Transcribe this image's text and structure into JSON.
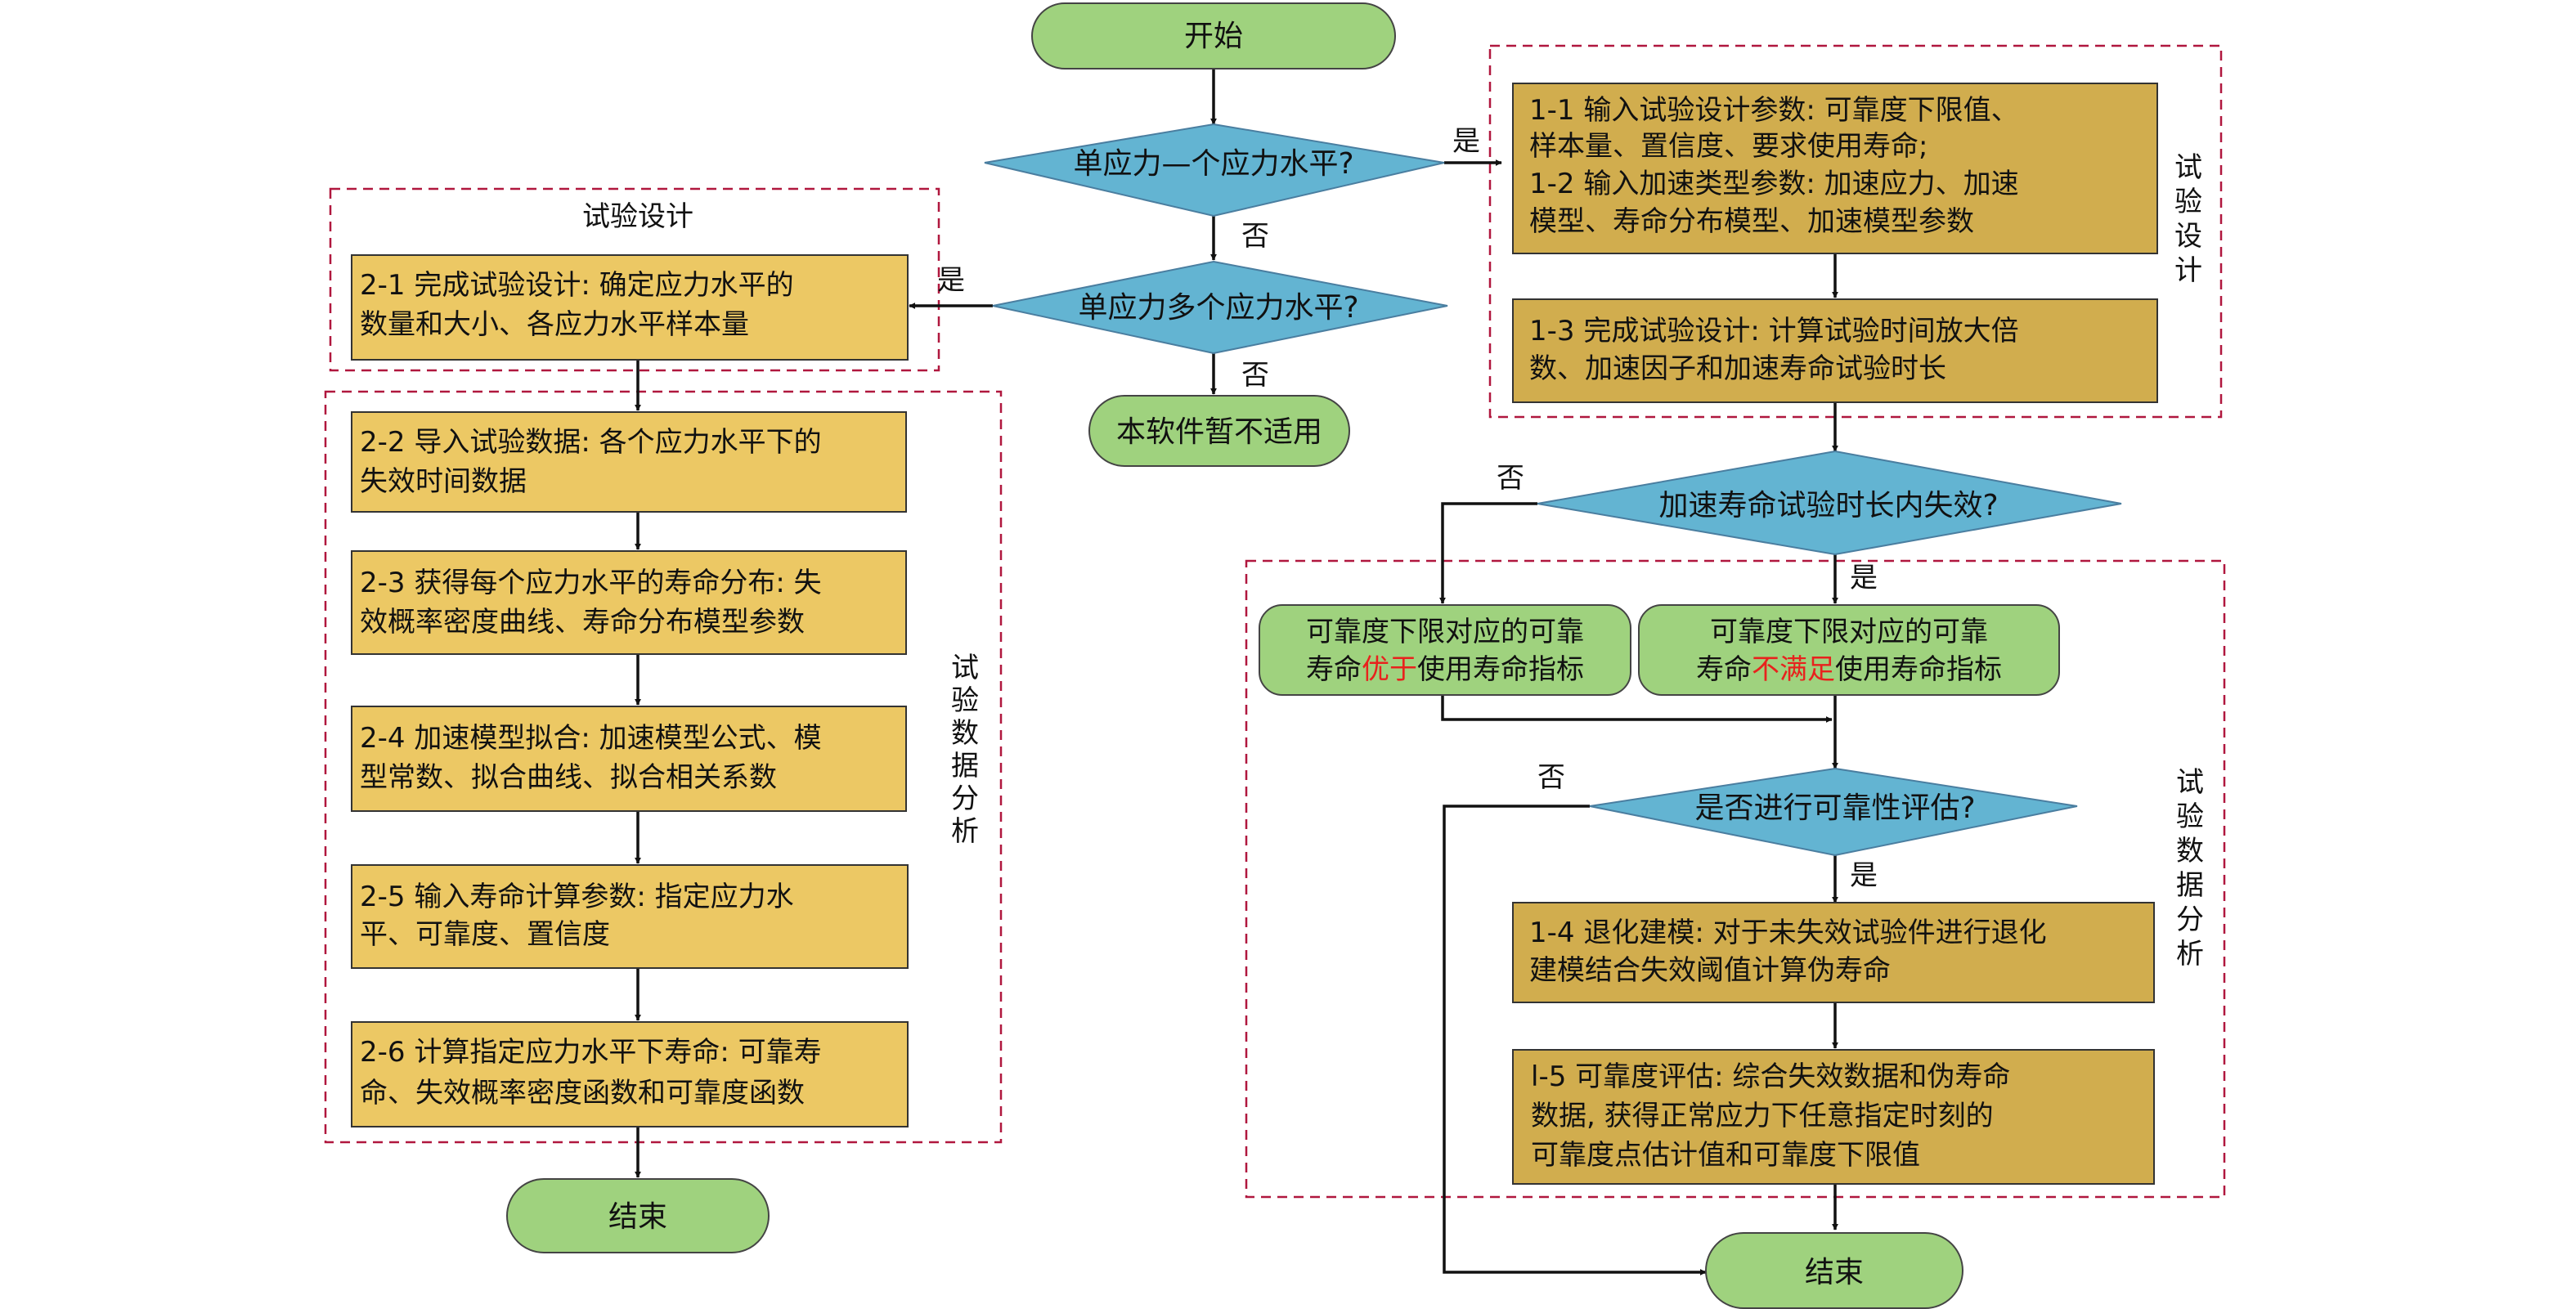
{
  "colors": {
    "terminal_fill": "#9fd27e",
    "terminal_stroke": "#444444",
    "decision_fill": "#63b4d2",
    "decision_stroke": "#4a7ea0",
    "process_fill": "#d1ad4e",
    "process_fill_left": "#ecc864",
    "process_stroke": "#333333",
    "region_stroke": "#b0173e",
    "highlight_text": "#e8221d",
    "line": "#111111"
  },
  "nodes": {
    "start": "开始",
    "d1": "单应力—个应力水平?",
    "d2": "单应力多个应力水平?",
    "na": "本软件暂不适用",
    "d3": "加速寿命试验时长内失效?",
    "d4": "是否进行可靠性评估?",
    "end_left": "结束",
    "end_right": "结束",
    "p_1_1_l1": "1-1 输入试验设计参数: 可靠度下限值、",
    "p_1_1_l2": "样本量、置信度、要求使用寿命;",
    "p_1_2_l1": "1-2 输入加速类型参数: 加速应力、加速",
    "p_1_2_l2": "模型、寿命分布模型、加速模型参数",
    "p_1_3_l1": "1-3 完成试验设计: 计算试验时间放大倍",
    "p_1_3_l2": "数、加速因子和加速寿命试验时长",
    "r1_l1": "可靠度下限对应的可靠",
    "r1_l2a": "寿命",
    "r1_l2b": "优于",
    "r1_l2c": "使用寿命指标",
    "r2_l1": "可靠度下限对应的可靠",
    "r2_l2a": "寿命",
    "r2_l2b": "不满足",
    "r2_l2c": "使用寿命指标",
    "p_1_4_l1": "1-4 退化建模: 对于未失效试验件进行退化",
    "p_1_4_l2": "建模结合失效阈值计算伪寿命",
    "p_1_5_l1": "l-5 可靠度评估: 综合失效数据和伪寿命",
    "p_1_5_l2": "数据, 获得正常应力下任意指定时刻的",
    "p_1_5_l3": "可靠度点估计值和可靠度下限值",
    "p_2_1_l1": "2-1 完成试验设计: 确定应力水平的",
    "p_2_1_l2": "数量和大小、各应力水平样本量",
    "p_2_2_l1": "2-2 导入试验数据: 各个应力水平下的",
    "p_2_2_l2": "失效时间数据",
    "p_2_3_l1": "2-3 获得每个应力水平的寿命分布: 失",
    "p_2_3_l2": "效概率密度曲线、寿命分布模型参数",
    "p_2_4_l1": "2-4 加速模型拟合: 加速模型公式、模",
    "p_2_4_l2": "型常数、拟合曲线、拟合相关系数",
    "p_2_5_l1": "2-5 输入寿命计算参数: 指定应力水",
    "p_2_5_l2": "平、可靠度、置信度",
    "p_2_6_l1": "2-6 计算指定应力水平下寿命: 可靠寿",
    "p_2_6_l2": "命、失效概率密度函数和可靠度函数"
  },
  "edge_labels": {
    "d1_yes": "是",
    "d1_no": "否",
    "d2_yes": "是",
    "d2_no": "否",
    "d3_no": "否",
    "d3_yes": "是",
    "d4_no": "否",
    "d4_yes": "是"
  },
  "regions": {
    "left_design": "试验设计",
    "left_analysis": [
      "试",
      "验",
      "数",
      "据",
      "分",
      "析"
    ],
    "right_design": [
      "试",
      "验",
      "设",
      "计"
    ],
    "right_analysis": [
      "试",
      "验",
      "数",
      "据",
      "分",
      "析"
    ]
  }
}
